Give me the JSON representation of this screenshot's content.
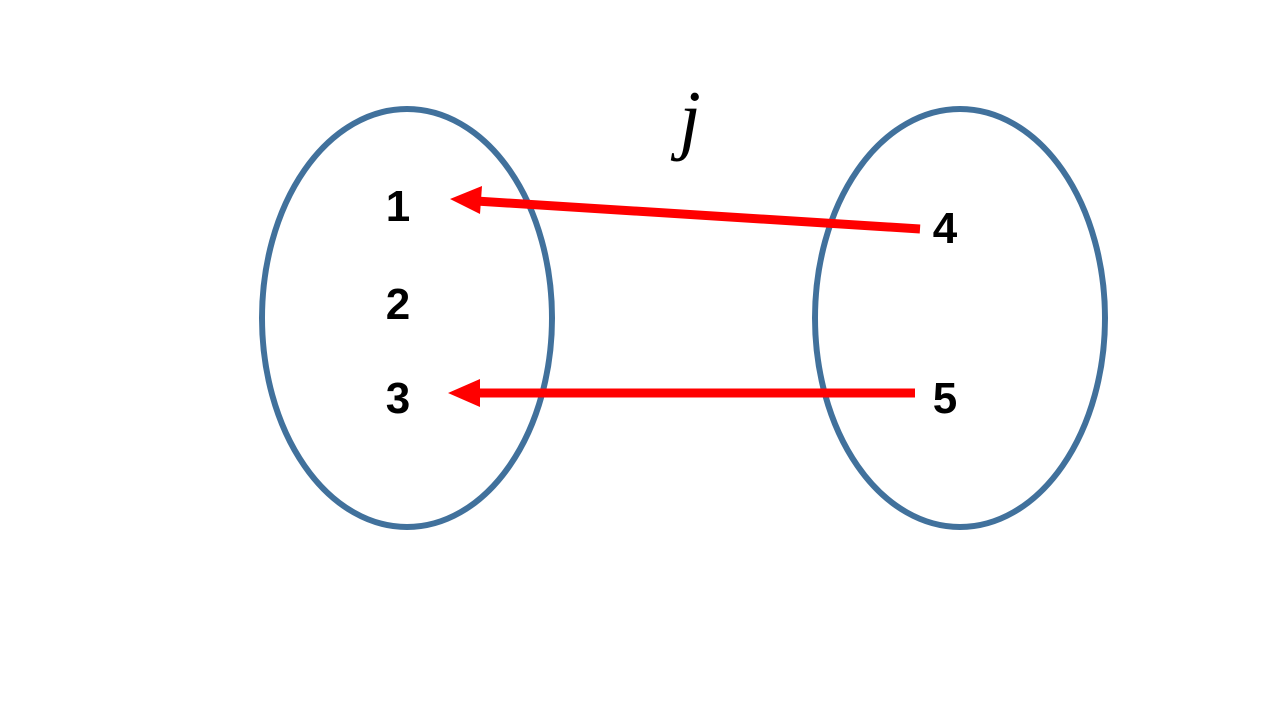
{
  "diagram": {
    "title": "j",
    "left_set": {
      "elements": [
        "1",
        "2",
        "3"
      ]
    },
    "right_set": {
      "elements": [
        "4",
        "5"
      ]
    },
    "mappings": [
      {
        "from": "4",
        "to": "1"
      },
      {
        "from": "5",
        "to": "3"
      }
    ],
    "colors": {
      "ellipse_stroke": "#41719C",
      "arrow": "#FF0000",
      "text": "#000000"
    }
  }
}
